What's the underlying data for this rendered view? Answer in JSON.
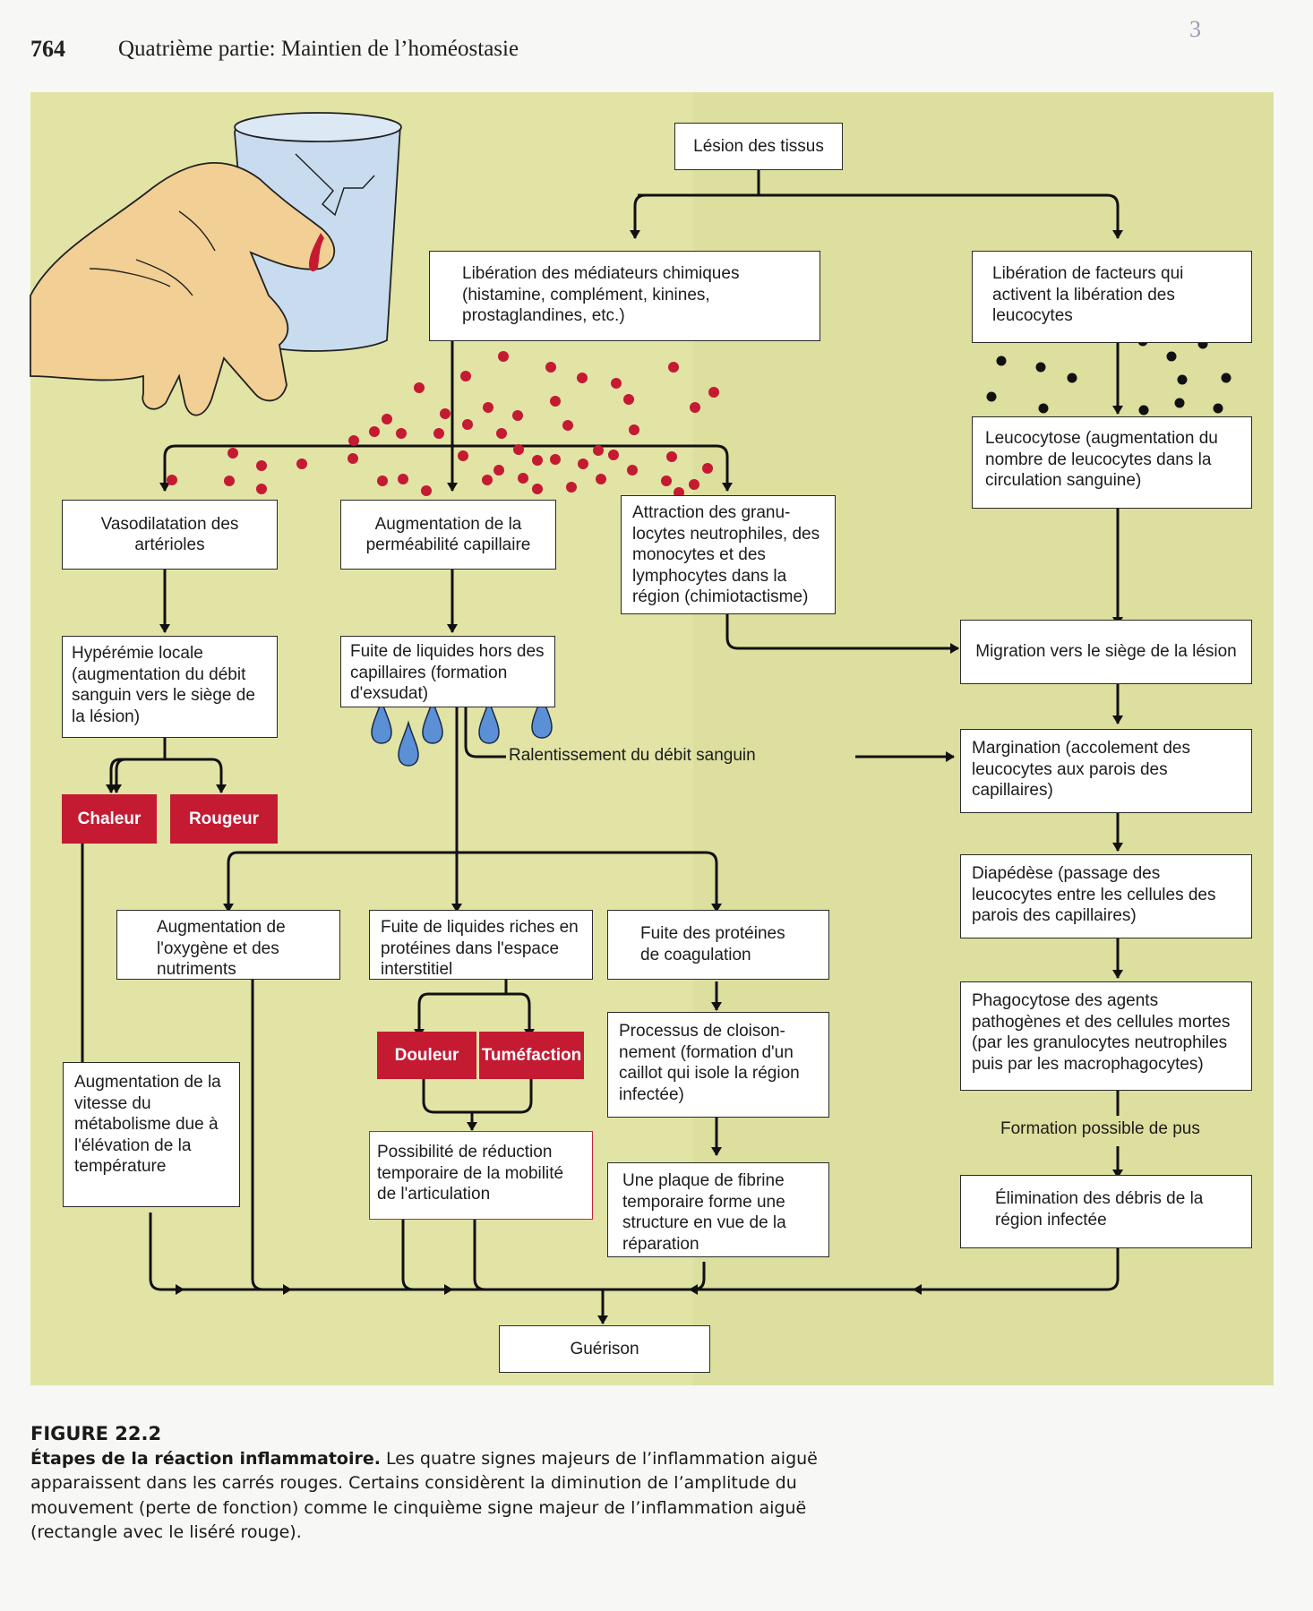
{
  "header": {
    "page_number": "764",
    "part_title": "Quatrième partie: Maintien de l’homéostasie",
    "margin_mark": "3"
  },
  "colors": {
    "panel_background": "#dcdf9e",
    "sign_box_fill": "#c41a32",
    "mediator_dots": "#c41a32",
    "leukocyte_dots": "#111111",
    "fluid_drops": "#5b8fd6",
    "box_border": "#2a2a2a",
    "fifth_sign_border": "#c8223a"
  },
  "illustration": {
    "subject": "hand-cut-by-broken-glass",
    "icons": [
      "hand-icon",
      "broken-glass-icon",
      "blood-drop-icon"
    ]
  },
  "diagram": {
    "root": "Lésion des tissus",
    "left_branch": {
      "mediators": "Libération des médiateurs chimiques (histamine, complément, kinines, prostaglandines, etc.)",
      "vasodilatation": "Vasodilatation des artérioles",
      "permeability": "Augmentation de la perméabilité capillaire",
      "attraction": "Attraction des granu- locytes neutrophiles, des monocytes et des lymphocytes dans la région (chimiotactisme)",
      "hyperemia": "Hypérémie locale (augmentation du débit sanguin vers le siège de la lésion)",
      "fluid_leak": "Fuite de liquides hors des capillaires (formation d'exsudat)",
      "slowing_label": "Ralentissement du débit sanguin",
      "oxygen": "Augmentation de l'oxygène et des nutriments",
      "protein_fluid": "Fuite de liquides riches en protéines dans l'espace interstitiel",
      "coag_proteins": "Fuite des protéines de coagulation",
      "metabolism": "Augmentation de la vitesse du métabolisme due à l'élévation de la température",
      "walling_off": "Processus de cloison- nement (formation d'un caillot qui isole la région infectée)",
      "mobility": "Possibilité de réduction temporaire de la mobilité de l'articulation",
      "fibrin": "Une plaque de fibrine temporaire forme une structure en vue de la réparation"
    },
    "right_branch": {
      "factors": "Libération de facteurs qui activent la libération des leucocytes",
      "leukocytosis": "Leucocytose (augmentation du nombre de leucocytes dans la circulation sanguine)",
      "migration": "Migration vers le siège de la lésion",
      "margination": "Margination (accolement des leucocytes aux parois des capillaires)",
      "diapedesis": "Diapédèse (passage des leucocytes entre les cellules des parois des capillaires)",
      "phagocytosis": "Phagocytose des agents pathogènes et des cellules mortes (par les granulocytes neutrophiles puis par les macrophagocytes)",
      "pus_label": "Formation possible de pus",
      "debris": "Élimination des débris de la région infectée"
    },
    "signs": {
      "heat": "Chaleur",
      "redness": "Rougeur",
      "pain": "Douleur",
      "swelling": "Tuméfaction"
    },
    "outcome": "Guérison"
  },
  "caption": {
    "figure_label": "FIGURE 22.2",
    "title": "Étapes de la réaction inflammatoire.",
    "text": " Les quatre signes majeurs de l’inflammation aiguë apparaissent dans les carrés rouges. Certains considèrent la diminution de l’amplitude du mouvement (perte de fonction) comme le cinquième signe majeur de l’inflammation aiguë (rectangle avec le liséré rouge)."
  }
}
